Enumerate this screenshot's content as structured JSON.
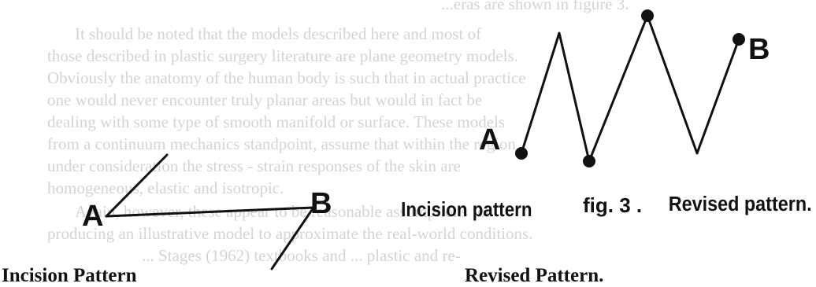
{
  "background_text": [
    "...eras are shown in figure 3.",
    "It should be noted that the models described here and most of",
    "those described in plastic surgery literature are plane geometry models.",
    "Obviously the anatomy of the human body is such that in actual practice",
    "one would never encounter truly planar areas but would in fact be",
    "dealing with some type of smooth manifold or surface. These models",
    "from a continuum mechanics standpoint, assume that within the region",
    "under consideration the stress - strain responses of the skin are",
    "homogeneous, elastic and isotropic.",
    "Again, however, these appear to be reasonable assumptions for",
    "producing an illustrative model to approximate the real-world conditions.",
    "... Stages (1962) textbooks and ... plastic and re-"
  ],
  "left_figure": {
    "point_a": "A",
    "point_b": "B"
  },
  "right_figure": {
    "point_a": "A",
    "point_b": "B"
  },
  "captions": {
    "incision_pattern": "Incision pattern",
    "fig_label": "fig. 3 .",
    "revised_pattern": "Revised pattern."
  },
  "footer": {
    "left": "Incision Pattern",
    "right": "Revised Pattern."
  }
}
